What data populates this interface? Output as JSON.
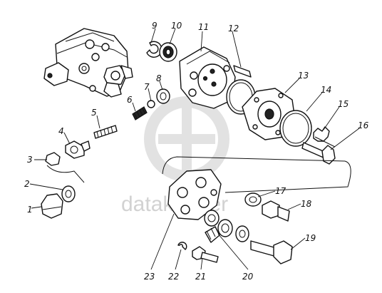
{
  "watermark": {
    "text": "datakeeper"
  },
  "parts": [
    {
      "n": "1"
    },
    {
      "n": "2"
    },
    {
      "n": "3"
    },
    {
      "n": "4"
    },
    {
      "n": "5"
    },
    {
      "n": "6"
    },
    {
      "n": "7"
    },
    {
      "n": "8"
    },
    {
      "n": "9"
    },
    {
      "n": "10"
    },
    {
      "n": "11"
    },
    {
      "n": "12"
    },
    {
      "n": "13"
    },
    {
      "n": "14"
    },
    {
      "n": "15"
    },
    {
      "n": "16"
    },
    {
      "n": "17"
    },
    {
      "n": "18"
    },
    {
      "n": "19"
    },
    {
      "n": "20"
    },
    {
      "n": "21"
    },
    {
      "n": "22"
    },
    {
      "n": "23"
    }
  ]
}
